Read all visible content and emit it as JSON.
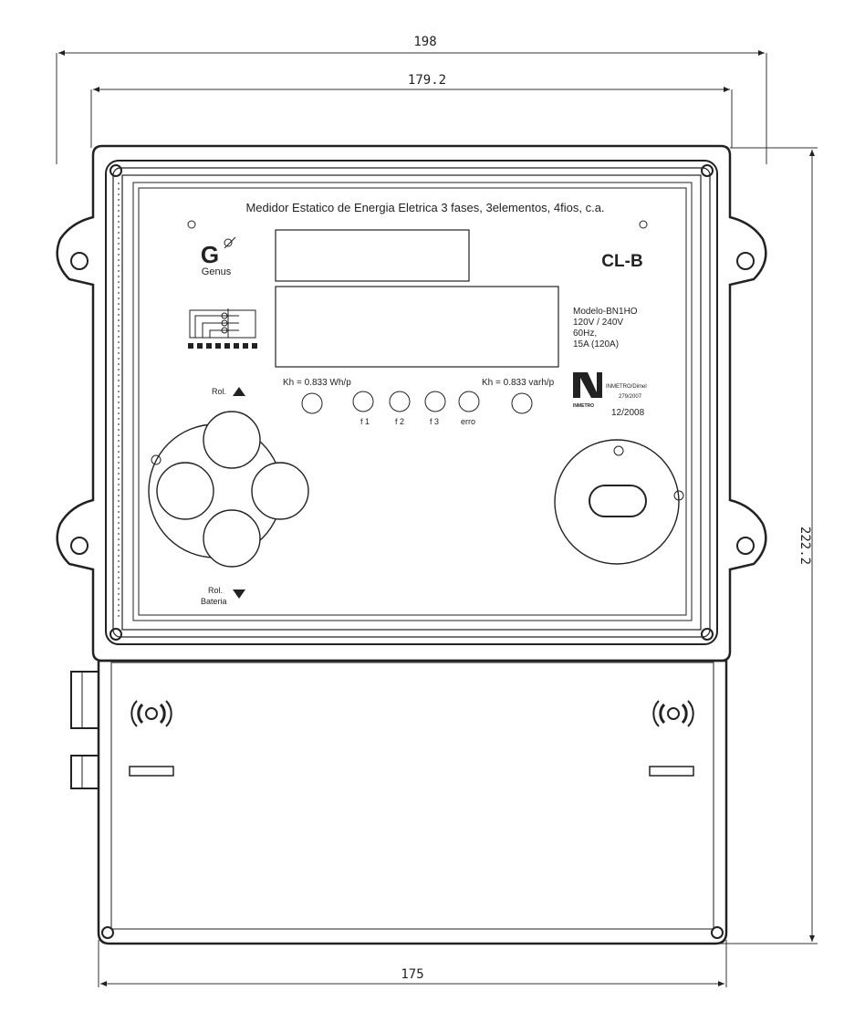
{
  "dimensions": {
    "overall_width": "198",
    "flange_width": "179.2",
    "bottom_width": "175",
    "height": "222.2"
  },
  "panel": {
    "title": "Medidor Estatico de Energia Eletrica 3 fases, 3elementos, 4fios, c.a.",
    "brand": "Genus",
    "class_label": "CL-B",
    "model": "Modelo-BN1HO",
    "voltage": "120V / 240V",
    "frequency": "60Hz,",
    "current": "15A (120A)",
    "kh_active": "Kh = 0.833 Wh/p",
    "kh_reactive": "Kh = 0.833 varh/p",
    "led_labels": [
      "f 1",
      "f 2",
      "f 3",
      "erro"
    ],
    "inmetro_text": "INMETRO/Dimel",
    "inmetro_number": "279/2007",
    "inmetro_mark": "INMETRO",
    "date": "12/2008",
    "scroll_up_label": "Rol.",
    "scroll_down_label": "Rol.",
    "battery_label": "Bateria"
  },
  "icons": [
    "genus-logo-icon",
    "wiring-diagram-icon",
    "inmetro-logo-icon",
    "arrow-up-icon",
    "arrow-down-icon",
    "seal-screw-icon"
  ]
}
